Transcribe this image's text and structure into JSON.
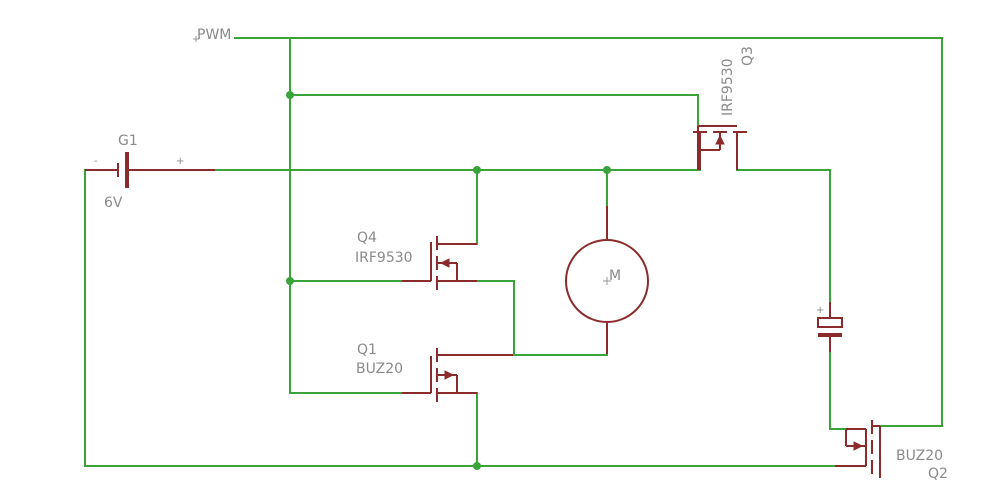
{
  "schematic": {
    "net_label": "PWM",
    "battery": {
      "name": "G1",
      "value": "6V",
      "minus": "-",
      "plus": "+"
    },
    "q4": {
      "name": "Q4",
      "part": "IRF9530"
    },
    "q1": {
      "name": "Q1",
      "part": "BUZ20"
    },
    "q3": {
      "name": "Q3",
      "part": "IRF9530"
    },
    "q2": {
      "name": "Q2",
      "part": "BUZ20"
    },
    "motor": {
      "symbol": "M"
    },
    "capacitor": {
      "polarity": "+"
    },
    "colors": {
      "wire": "#3aa33a",
      "part": "#8b2b2b",
      "label": "#8a8a8a",
      "background": "#ffffff"
    }
  }
}
